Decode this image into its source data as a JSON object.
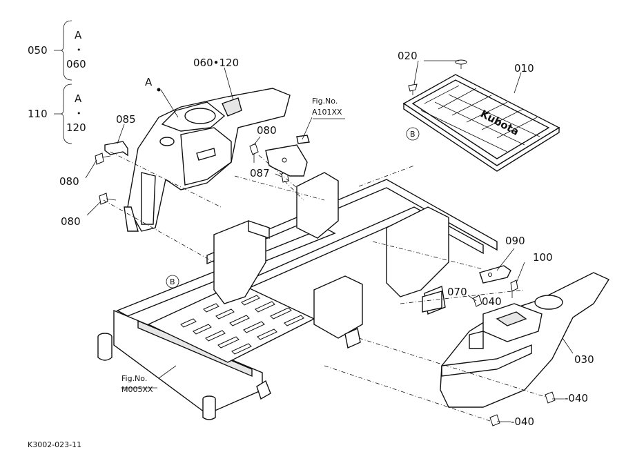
{
  "labels": {
    "p050": "050",
    "p110": "110",
    "brace1_top": "A",
    "brace1_mid": "•",
    "brace1_bot": "060",
    "brace2_top": "A",
    "brace2_mid": "•",
    "brace2_bot": "120",
    "ref_a": "A",
    "p060_120": "060•120",
    "p085": "085",
    "p080_a": "080",
    "p080_b": "080",
    "p080_c": "080",
    "p087": "087",
    "fig1_line1": "Fig.No.",
    "fig1_line2": "A101XX",
    "p020": "020",
    "p010": "010",
    "circle_b_top": "B",
    "circle_b_mid": "B",
    "p090": "090",
    "p100": "100",
    "p070": "070",
    "p040_a": "040",
    "p040_b": "-040",
    "p040_c": "-040",
    "p030": "030",
    "fig2_line1": "Fig.No.",
    "fig2_line2": "M005XX",
    "drawing_code": "K3002-023-11"
  }
}
